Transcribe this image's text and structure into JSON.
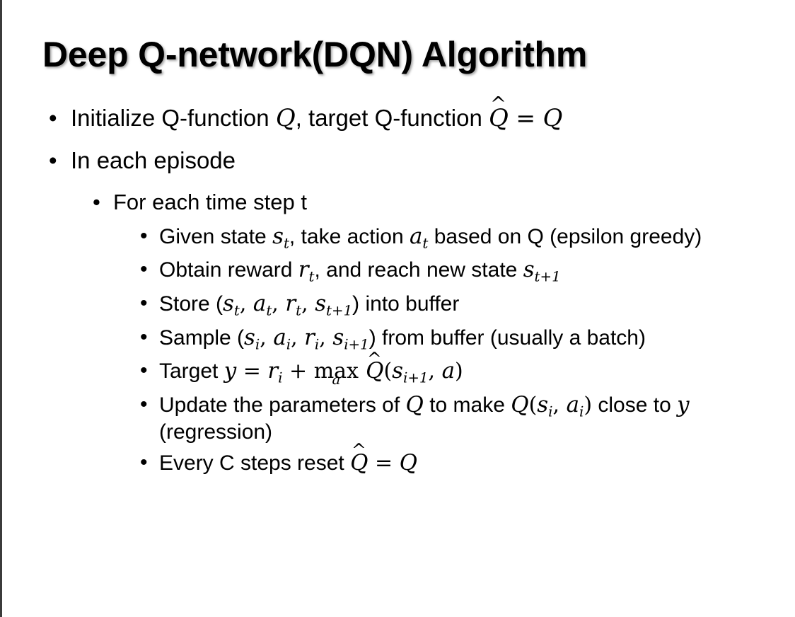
{
  "slide": {
    "title": "Deep Q-network(DQN) Algorithm",
    "bullet_glyph": "•",
    "accent_border_color": "#3b3b3b",
    "text_color": "#000000",
    "background_color": "#ffffff"
  },
  "content": [
    {
      "level": 1,
      "id": "initialize-q-function",
      "plain": "Initialize Q-function Q, target Q-function Q̂ = Q",
      "parts": {
        "lead": "Initialize Q-function ",
        "var_q1": "Q",
        "mid": ", target Q-function ",
        "var_qhat": "Q",
        "hat": "^",
        "equals": " = ",
        "var_q2": "Q"
      }
    },
    {
      "level": 1,
      "id": "in-each-episode",
      "plain": "In each episode",
      "parts": {
        "lead": "In each episode"
      }
    },
    {
      "level": 2,
      "id": "for-each-time-step",
      "plain": "For each time step t",
      "parts": {
        "lead": "For each time step t"
      }
    },
    {
      "level": 3,
      "id": "given-state-take-action",
      "plain": "Given state s_t, take action a_t based on Q (epsilon greedy)",
      "parts": {
        "lead": "Given state ",
        "var_s": "s",
        "sub_s": "t",
        "mid": ", take action ",
        "var_a": "a",
        "sub_a": "t",
        "tail": " based on Q (epsilon greedy)"
      }
    },
    {
      "level": 3,
      "id": "obtain-reward-reach-state",
      "plain": "Obtain reward r_t, and reach new state s_t+1",
      "parts": {
        "lead": "Obtain reward ",
        "var_r": "r",
        "sub_r": "t",
        "mid": ", and reach new state ",
        "var_s": "s",
        "sub_s": "t+1"
      }
    },
    {
      "level": 3,
      "id": "store-into-buffer",
      "plain": "Store (s_t, a_t, r_t, s_t+1) into buffer",
      "parts": {
        "lead": "Store (",
        "v1": "s",
        "s1": "t",
        "c1": ", ",
        "v2": "a",
        "s2": "t",
        "c2": ", ",
        "v3": "r",
        "s3": "t",
        "c3": ", ",
        "v4": "s",
        "s4": "t+1",
        "tail": ") into buffer"
      }
    },
    {
      "level": 3,
      "id": "sample-from-buffer",
      "plain": "Sample (s_i, a_i, r_i, s_i+1) from buffer (usually a batch)",
      "parts": {
        "lead": "Sample (",
        "v1": "s",
        "s1": "i",
        "c1": ", ",
        "v2": "a",
        "s2": "i",
        "c2": ", ",
        "v3": "r",
        "s3": "i",
        "c3": ", ",
        "v4": "s",
        "s4": "i+1",
        "tail": ") from buffer (usually a batch)"
      }
    },
    {
      "level": 3,
      "id": "target-equation",
      "plain": "Target y = r_i + max_a Q̂(s_i+1, a)",
      "parts": {
        "lead": "Target ",
        "var_y": "y",
        "equals": " = ",
        "var_r": "r",
        "sub_r": "i",
        "plus": " + ",
        "op": "max",
        "op_limit": "a",
        "var_qhat": "Q",
        "hat": "^",
        "open": "(",
        "var_s": "s",
        "sub_s": "i+1",
        "comma": ", ",
        "var_a": "a",
        "close": ")"
      }
    },
    {
      "level": 3,
      "id": "update-parameters",
      "plain": "Update the parameters of Q to make Q(s_i, a_i) close to y (regression)",
      "parts": {
        "lead": "Update the parameters of ",
        "var_q1": "Q",
        "mid": " to make ",
        "var_q2": "Q",
        "open": "(",
        "var_s": "s",
        "sub_s": "i",
        "comma": ", ",
        "var_a": "a",
        "sub_a": "i",
        "close": ")",
        "tail": " close to ",
        "var_y": "y",
        "tail2": " (regression)"
      }
    },
    {
      "level": 3,
      "id": "every-c-steps-reset",
      "plain": "Every C steps reset Q̂ = Q",
      "parts": {
        "lead": "Every C steps reset ",
        "var_qhat": "Q",
        "hat": "^",
        "equals": " = ",
        "var_q": "Q"
      }
    }
  ]
}
